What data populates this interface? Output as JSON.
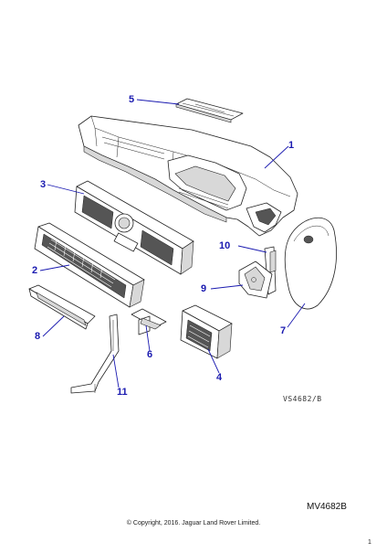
{
  "colors": {
    "callout": "#1a1ab0",
    "leader": "#1a1ab0",
    "ink": "#222222",
    "shade": "#d8d8d8"
  },
  "diagram": {
    "callouts": [
      "1",
      "2",
      "3",
      "4",
      "5",
      "6",
      "7",
      "8",
      "9",
      "10",
      "11"
    ],
    "illustration_ref": "VS4682/B",
    "diagram_code": "MV4682B",
    "copyright": "© Copyright, 2016. Jaguar Land Rover Limited.",
    "page_number": "1"
  }
}
